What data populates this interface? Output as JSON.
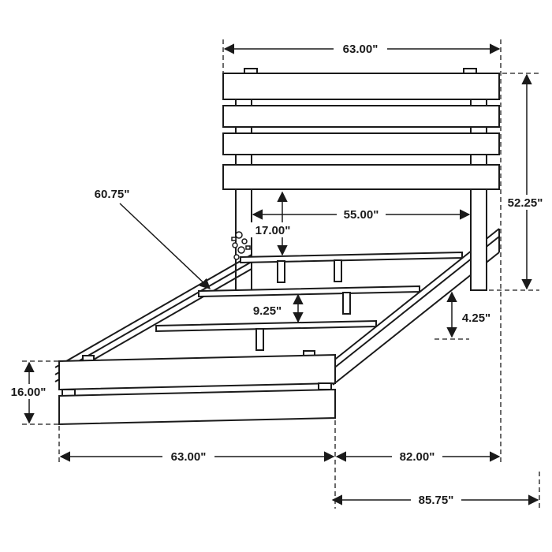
{
  "diagram": {
    "type": "furniture-dimension-drawing",
    "subject": "bed-frame",
    "colors": {
      "line": "#1a1a1a",
      "background": "#ffffff"
    },
    "labels": {
      "headboard_width": "63.00\"",
      "headboard_height": "52.25\"",
      "side_rail_length": "60.75\"",
      "inner_width": "55.00\"",
      "headboard_to_rail": "17.00\"",
      "slat_spacing": "9.25\"",
      "side_rail_height": "4.25\"",
      "footboard_height": "16.00\"",
      "footboard_width": "63.00\"",
      "frame_length": "82.00\"",
      "overall_length": "85.75\""
    }
  }
}
